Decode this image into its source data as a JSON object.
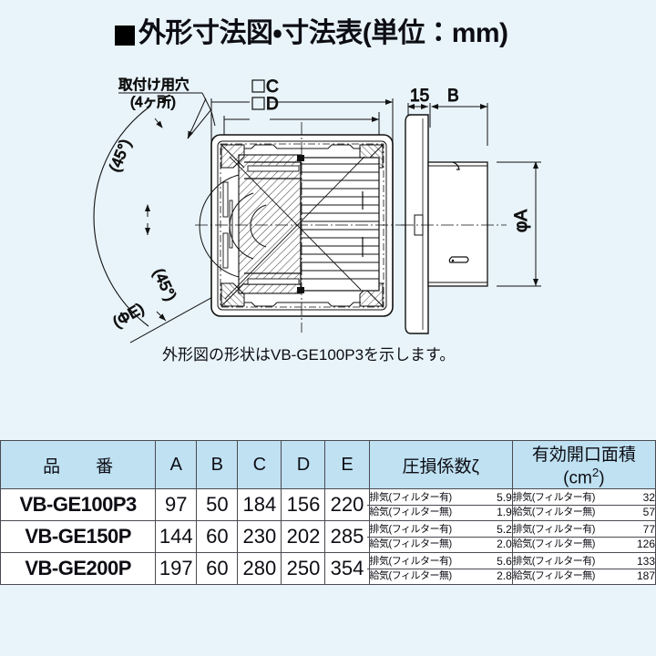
{
  "title": {
    "bullet": "black-square",
    "text": "外形寸法図・寸法表(単位：mm)"
  },
  "drawing": {
    "caption": "外形図の形状はVB-GE100P3を示します。",
    "labels": {
      "mounting_hole": "取付け用穴",
      "mounting_hole_count": "(4ヶ所)",
      "dim_c": "C",
      "dim_d": "D",
      "dim_15": "15",
      "dim_b": "B",
      "dim_phi_a": "φA",
      "dim_phi_e": "(ΦE)",
      "angle_upper": "(45°)",
      "angle_lower": "(45°)",
      "square_symbol": "□"
    }
  },
  "table": {
    "headers": {
      "model": "品　番",
      "a": "A",
      "b": "B",
      "c": "C",
      "d": "D",
      "e": "E",
      "pressure_loss": "圧損係数ζ",
      "effective_area": "有効開口面積(cm2)",
      "effective_area_base": "有効開口面積(cm",
      "effective_area_sup": "2",
      "effective_area_tail": ")"
    },
    "label_exhaust": "排気(フィルター有)",
    "label_supply": "給気(フィルター無)",
    "rows": [
      {
        "model": "VB-GE100P3",
        "a": "97",
        "b": "50",
        "c": "184",
        "d": "156",
        "e": "220",
        "zeta_exhaust": "5.9",
        "zeta_supply": "1.9",
        "area_exhaust": "32",
        "area_supply": "57"
      },
      {
        "model": "VB-GE150P",
        "a": "144",
        "b": "60",
        "c": "230",
        "d": "202",
        "e": "285",
        "zeta_exhaust": "5.2",
        "zeta_supply": "2.0",
        "area_exhaust": "77",
        "area_supply": "126"
      },
      {
        "model": "VB-GE200P",
        "a": "197",
        "b": "60",
        "c": "280",
        "d": "250",
        "e": "354",
        "zeta_exhaust": "5.6",
        "zeta_supply": "2.8",
        "area_exhaust": "133",
        "area_supply": "187"
      }
    ]
  },
  "colors": {
    "background": "#e9f4fa",
    "header_fill": "#bfe1f2",
    "cell_fill": "#ffffff",
    "line": "#111111",
    "border": "#4a4a52"
  }
}
